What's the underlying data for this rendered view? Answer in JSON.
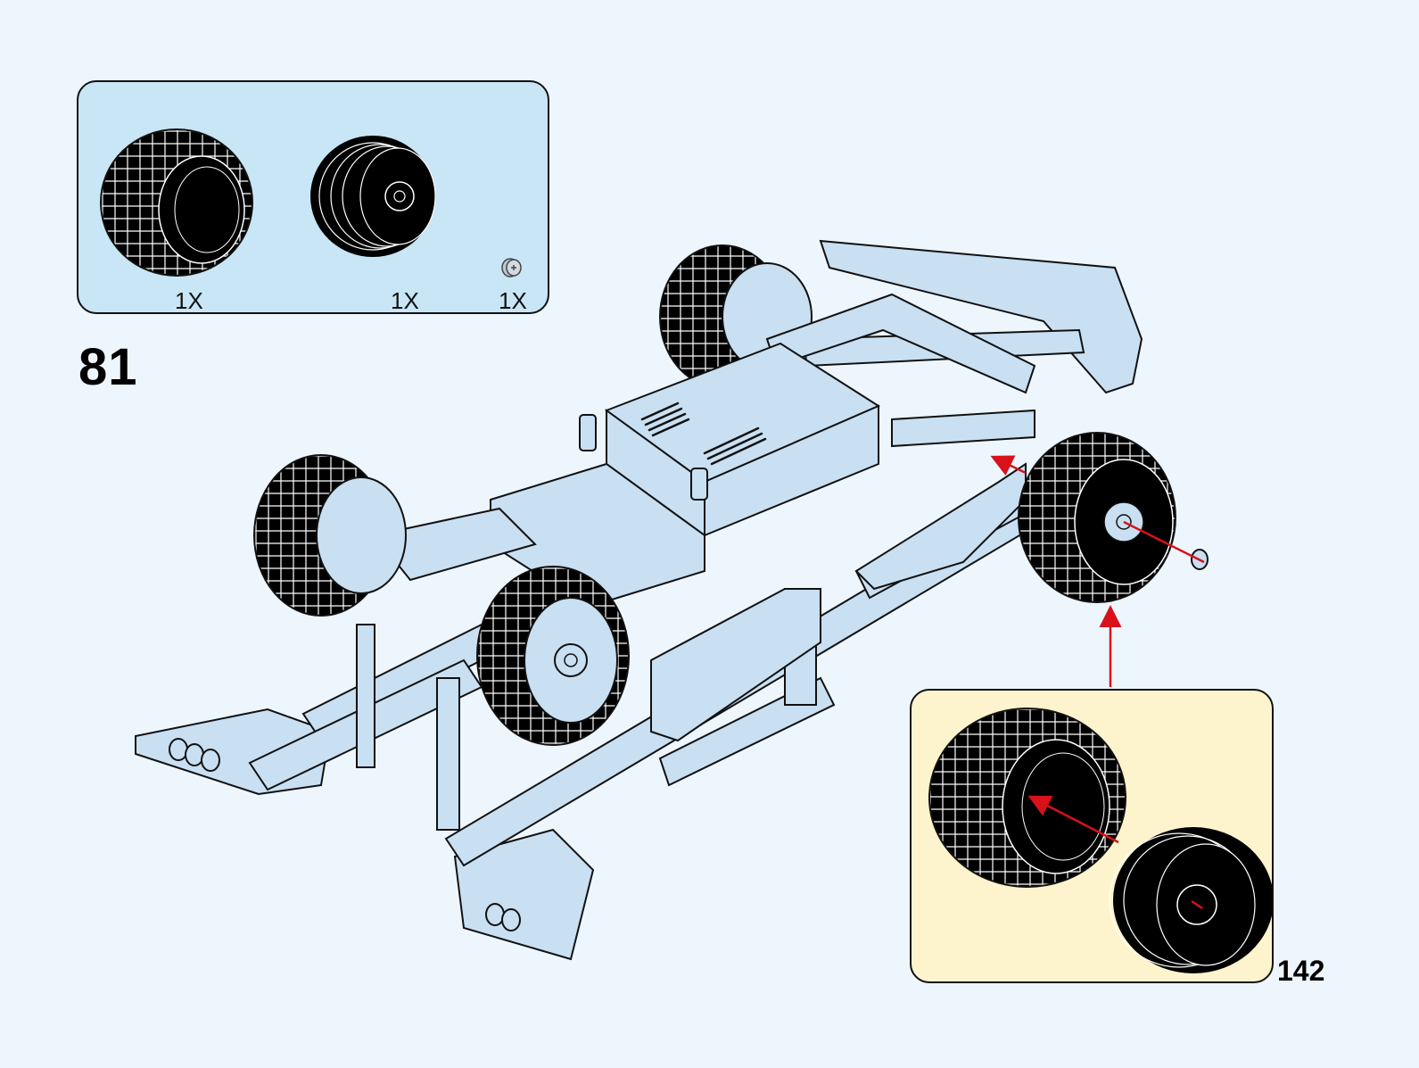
{
  "page": {
    "type": "building-instructions",
    "page_number": "142",
    "step_number": "81"
  },
  "parts_list": {
    "background_color": "#c8e6f5",
    "items": [
      {
        "name": "tire",
        "icon": "tire-icon",
        "quantity": "1X"
      },
      {
        "name": "wheel-rim",
        "icon": "wheel-rim-icon",
        "quantity": "1X"
      },
      {
        "name": "bush",
        "icon": "bush-icon",
        "quantity": "1X"
      }
    ]
  },
  "sub_assembly": {
    "background_color": "#fdf4cd",
    "parts": [
      "tire",
      "wheel-rim"
    ]
  },
  "colors": {
    "page_background": "#eef6fd",
    "model_fill": "#c9dff2",
    "outline": "#111111",
    "arrow": "#d8111a"
  }
}
